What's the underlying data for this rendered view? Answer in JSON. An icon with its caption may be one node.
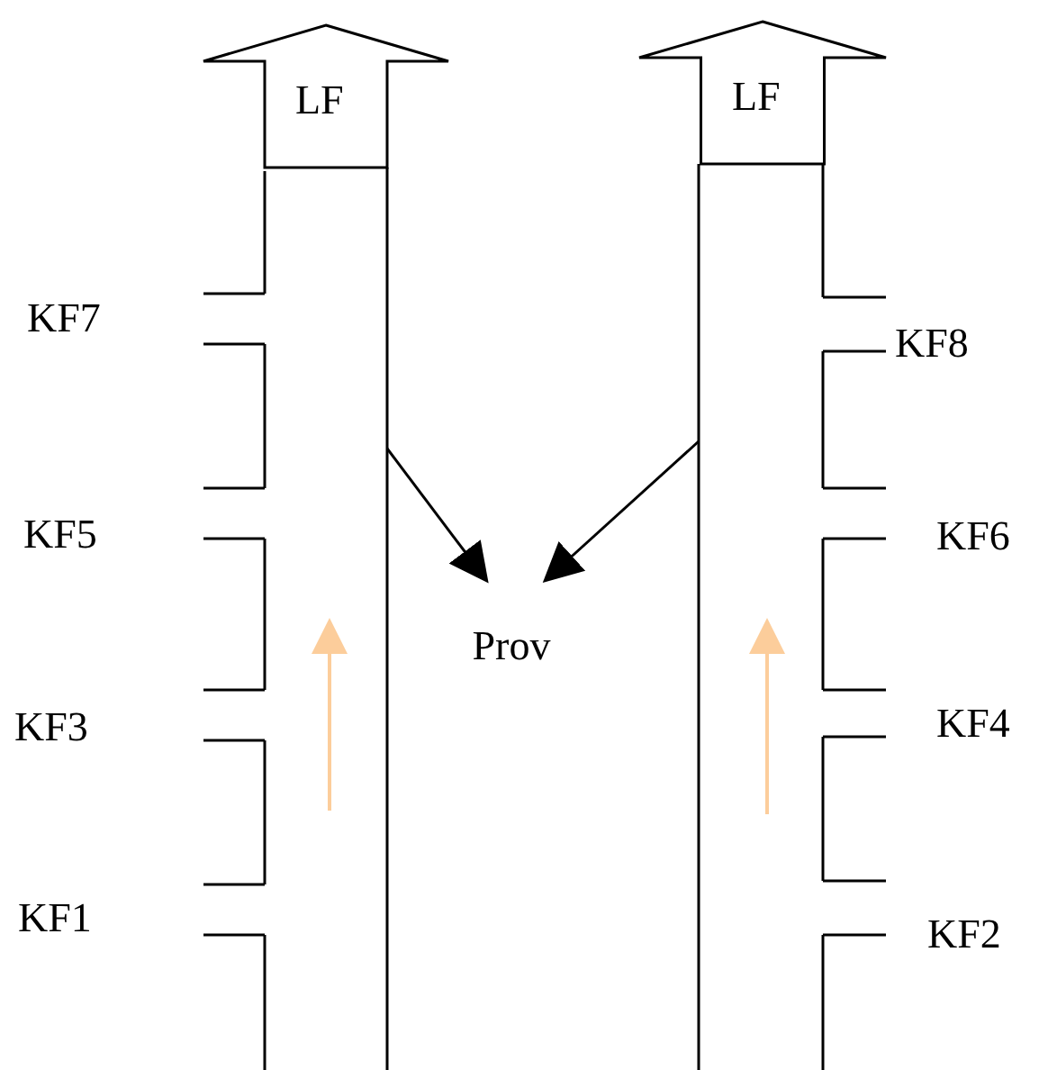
{
  "diagram": {
    "nodes": [
      {
        "text": [
          "LF"
        ]
      },
      {
        "text": [
          "LF"
        ]
      },
      {
        "text": [
          "Prov"
        ]
      },
      {
        "text": [],
        "shape": "box"
      },
      {
        "text": [],
        "shape": "box"
      }
    ],
    "edges": [
      {
        "from": 3,
        "to": 2,
        "arrow": "to"
      },
      {
        "from": 4,
        "to": 2,
        "arrow": "to"
      }
    ],
    "labels": [
      "KF7",
      "KF8",
      "KF5",
      "KF6",
      "KF3",
      "KF4",
      "KF1",
      "KF2"
    ]
  }
}
